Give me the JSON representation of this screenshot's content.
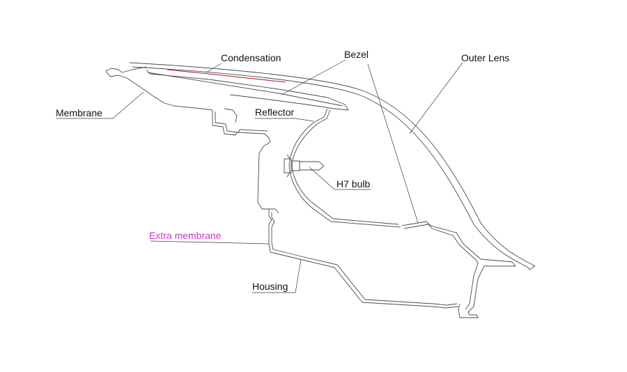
{
  "labels": {
    "condensation": "Condensation",
    "bezel": "Bezel",
    "outer_lens": "Outer Lens",
    "membrane": "Membrane",
    "reflector": "Reflector",
    "h7_bulb": "H7 bulb",
    "extra_membrane": "Extra membrane",
    "housing": "Housing"
  },
  "colors": {
    "text": "#111111",
    "highlight_label": "#cc33cc",
    "condensation_line": "#b22222",
    "outline": "#4a4a4a"
  }
}
